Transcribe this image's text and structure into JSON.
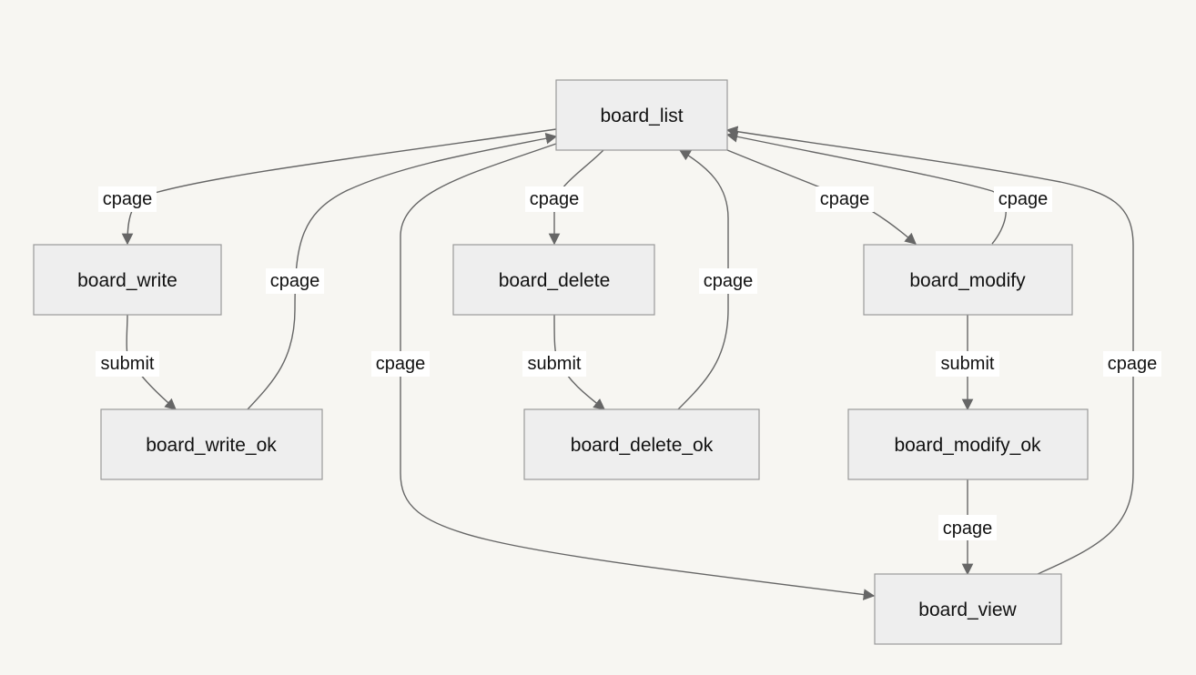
{
  "diagram": {
    "nodes": {
      "board_list": "board_list",
      "board_write": "board_write",
      "board_write_ok": "board_write_ok",
      "board_delete": "board_delete",
      "board_delete_ok": "board_delete_ok",
      "board_modify": "board_modify",
      "board_modify_ok": "board_modify_ok",
      "board_view": "board_view"
    },
    "edges": {
      "list_to_write": "cpage",
      "write_to_write_ok": "submit",
      "write_ok_to_list": "cpage",
      "list_to_view": "cpage",
      "list_to_delete": "cpage",
      "delete_to_delete_ok": "submit",
      "delete_ok_to_list": "cpage",
      "list_to_modify": "cpage",
      "modify_to_list": "cpage",
      "modify_to_modify_ok": "submit",
      "modify_ok_to_view": "cpage",
      "view_to_list": "cpage"
    },
    "colors": {
      "background": "#f7f6f2",
      "node_fill": "#eeeeee",
      "node_border": "#9a9a9a",
      "edge": "#666666",
      "label_background": "#ffffff"
    }
  }
}
